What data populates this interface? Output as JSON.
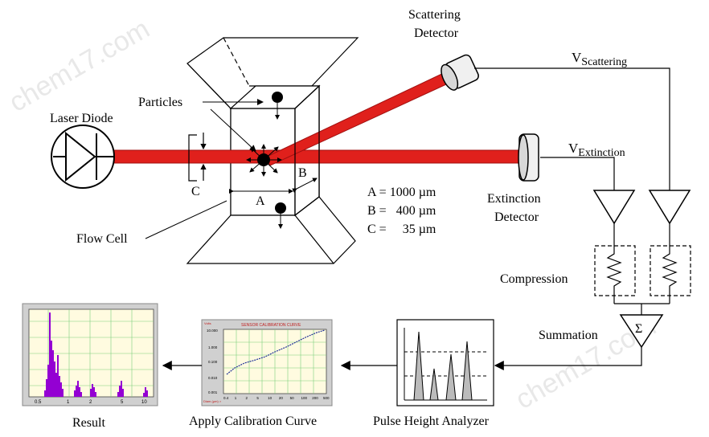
{
  "labels": {
    "scattering_detector_line1": "Scattering",
    "scattering_detector_line2": "Detector",
    "v_scattering_main": "V",
    "v_scattering_sub": "Scattering",
    "v_extinction_main": "V",
    "v_extinction_sub": "Extinction",
    "laser_diode": "Laser Diode",
    "particles": "Particles",
    "dim_a": "A",
    "dim_b": "B",
    "dim_c": "C",
    "spec_a": "A = 1000 µm",
    "spec_b": "B =   400 µm",
    "spec_c": "C =     35 µm",
    "extinction_detector_line1": "Extinction",
    "extinction_detector_line2": "Detector",
    "flow_cell": "Flow Cell",
    "compression": "Compression",
    "summation": "Summation",
    "sigma": "Σ",
    "result": "Result",
    "apply_calibration": "Apply Calibration Curve",
    "pulse_height_analyzer": "Pulse Height Analyzer",
    "watermark": "chem17.com"
  },
  "calibration_chart": {
    "title": "SENSOR CALIBRATION CURVE",
    "y_unit": "Volts",
    "x_unit": "Diam.(µm) >",
    "y_ticks": [
      "10.000",
      "1.000",
      "0.100",
      "0.010",
      "0.001"
    ],
    "x_ticks": [
      "0.4",
      "1",
      "2",
      "5",
      "10",
      "20",
      "50",
      "100",
      "200",
      "500"
    ]
  },
  "result_chart": {
    "x_ticks": [
      "0.5",
      "1",
      "2",
      "5",
      "10"
    ],
    "bar_color": "#9400d3"
  },
  "colors": {
    "laser": "#e0201c",
    "laser_dark": "#a01010"
  }
}
